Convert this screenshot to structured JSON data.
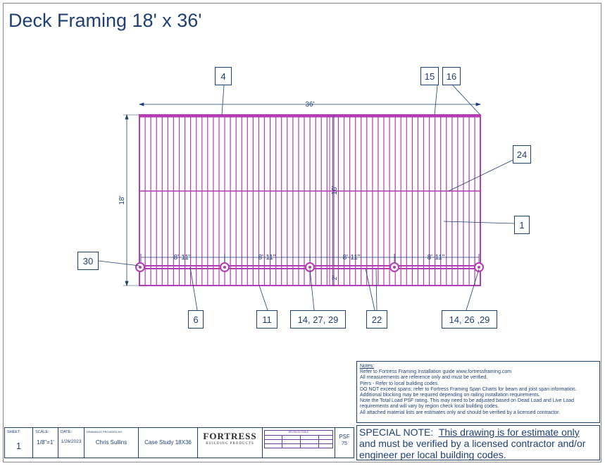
{
  "title": "Deck Framing 18' x 36'",
  "dimensions": {
    "width": "36'",
    "depth": "18'",
    "joist_span": "16'",
    "cantilever": "2'",
    "pier_spacing": [
      "8'-11\"",
      "8'-11\"",
      "8'-11\"",
      "8'-11\""
    ]
  },
  "callouts": {
    "c4": "4",
    "c15": "15",
    "c16": "16",
    "c24": "24",
    "c1": "1",
    "c30": "30",
    "c6": "6",
    "c11": "11",
    "c14_27_29": "14, 27, 29",
    "c22": "22",
    "c14_26_29": "14, 26 ,29"
  },
  "notes": {
    "heading": "Notes:",
    "lines": [
      "Refer to Fortress Framing Installation guide www.fortressframing.com",
      "All measurements are reference only and must be verified.",
      "Piers - Refer to local building codes.",
      "DO NOT exceed spans; refer to Fortress Framing Span Charts for beam and joist span information.",
      "Additional blocking may be required depending on railing installation requirements.",
      "Note the Total Load PSF rating.  This may need to be adjusted based on Dead Load and Live Load",
      "requirements and will vary by region check local building codes.",
      "All attached material lists are estimates only and should be verified by a licensed contractor."
    ]
  },
  "special_note": {
    "prefix": "SPECIAL NOTE:",
    "underlined": "This drawing is for estimate only",
    "rest": "and must be verified by a licensed contractor and/or engineer per local building codes."
  },
  "title_block": {
    "sheet_label": "SHEET:",
    "sheet": "1",
    "scale_label": "SCALE:",
    "scale": "1/8\"=1'",
    "date_label": "DATE:",
    "date": "1/26/2023",
    "drawn_by_label": "DRAWINGS PROVIDED BY:",
    "drawn_by": "Chris Sullins",
    "project": "Case Study 18X36",
    "logo_name": "FORTRESS",
    "logo_sub": "BUILDING PRODUCTS",
    "revisions_label": "REVISION TABLE",
    "psf_label": "PSF",
    "psf": "75"
  }
}
